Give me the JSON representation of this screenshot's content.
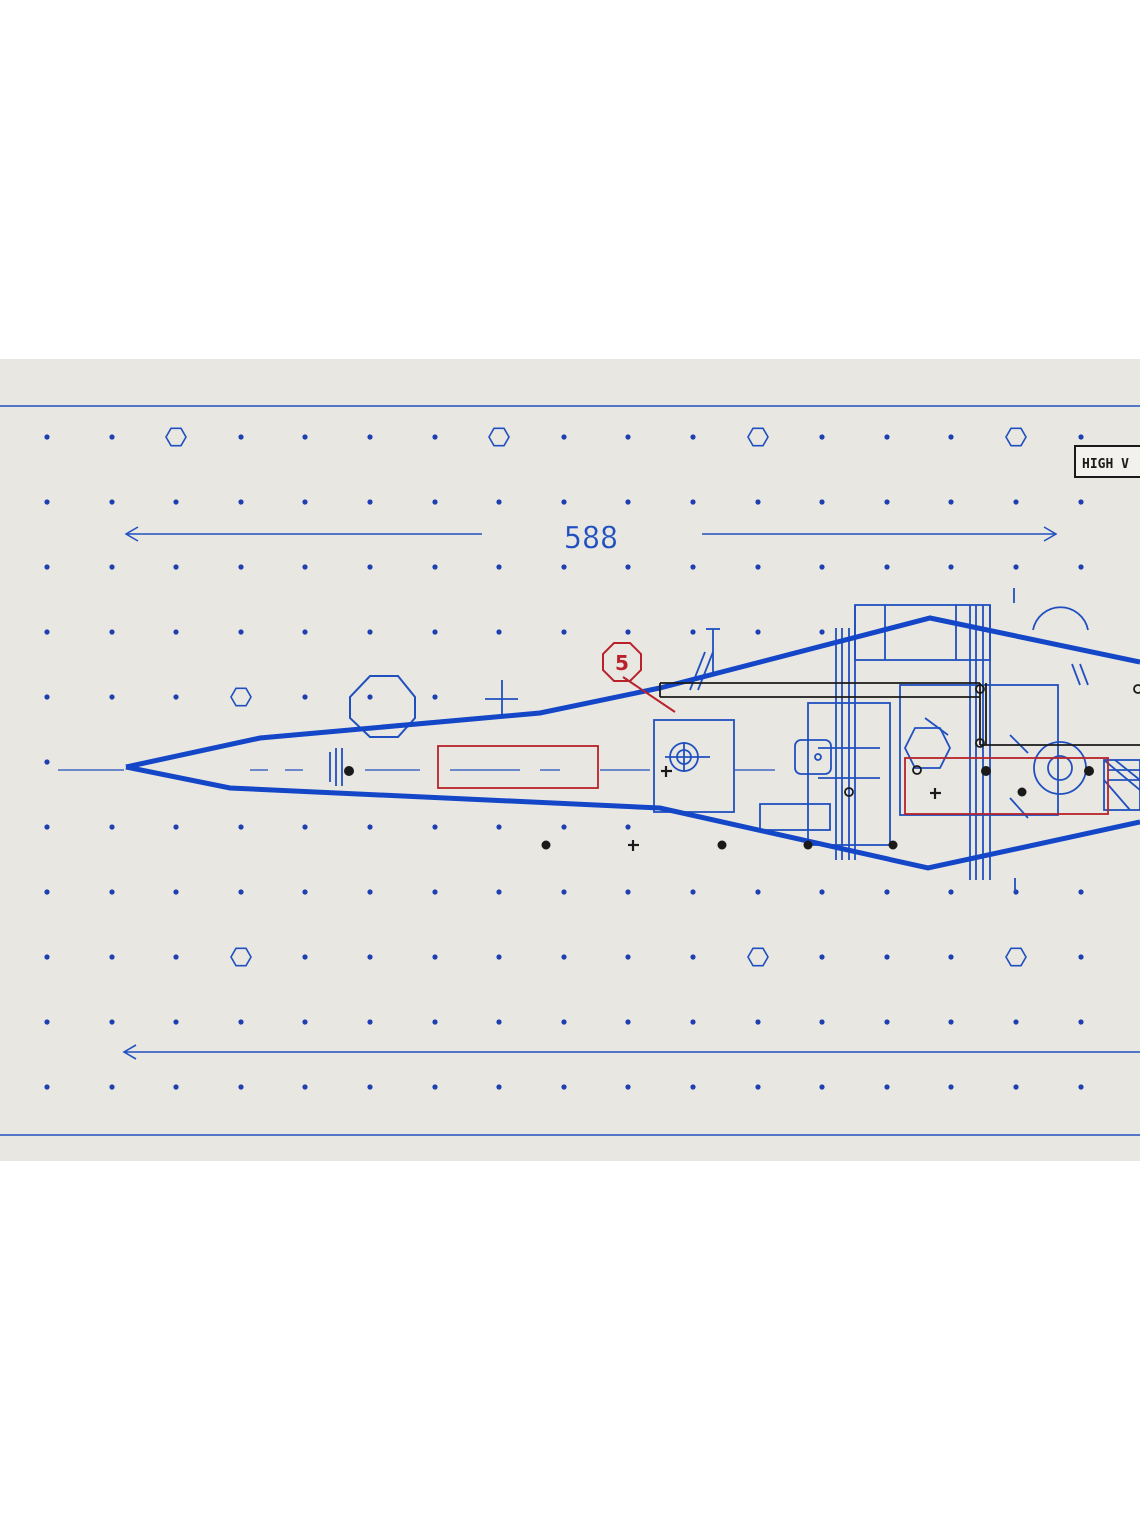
{
  "dimension": {
    "label": "588"
  },
  "callout": {
    "label": "5"
  },
  "tag": {
    "label": "HIGH V"
  },
  "colors": {
    "paper": "#e9e7e2",
    "blue": "#1446c8",
    "blue_thin": "#2050c0",
    "red": "#b8222a",
    "black": "#1a1a1a"
  }
}
